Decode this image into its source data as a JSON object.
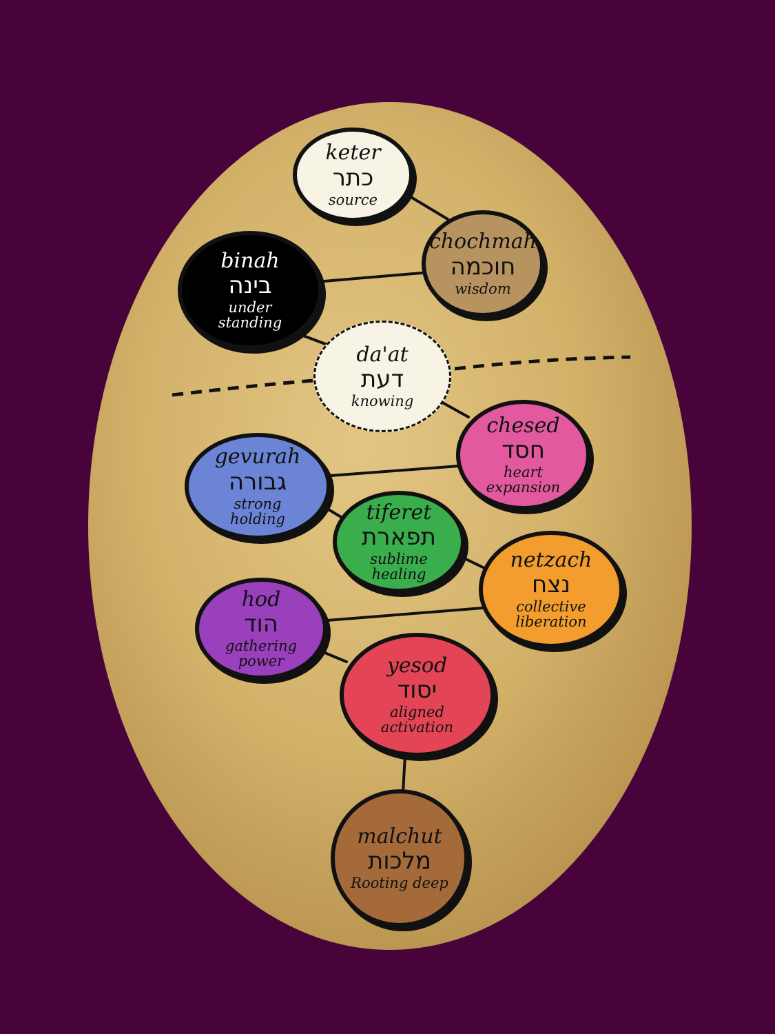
{
  "colors": {
    "background": "#48043a",
    "gold": "#d4b26a",
    "ink": "#111111"
  },
  "sefirot": {
    "keter": {
      "name": "keter",
      "hebrew": "כתר",
      "meaning": "source",
      "color": "#f7f4e6"
    },
    "chochmah": {
      "name": "chochmah",
      "hebrew": "חוכמה",
      "meaning": "wisdom",
      "color": "#b79360"
    },
    "binah": {
      "name": "binah",
      "hebrew": "בינה",
      "meaning": "under standing",
      "color": "#000000"
    },
    "daat": {
      "name": "da'at",
      "hebrew": "דעת",
      "meaning": "knowing",
      "color": "#f7f4e6"
    },
    "chesed": {
      "name": "chesed",
      "hebrew": "חסד",
      "meaning": "heart expansion",
      "color": "#e2599f"
    },
    "gevurah": {
      "name": "gevurah",
      "hebrew": "גבורה",
      "meaning": "strong holding",
      "color": "#6b84d5"
    },
    "tiferet": {
      "name": "tiferet",
      "hebrew": "תפארת",
      "meaning": "sublime healing",
      "color": "#3aae4d"
    },
    "netzach": {
      "name": "netzach",
      "hebrew": "נצח",
      "meaning": "collective liberation",
      "color": "#f29d2e"
    },
    "hod": {
      "name": "hod",
      "hebrew": "הוד",
      "meaning": "gathering power",
      "color": "#9a40bd"
    },
    "yesod": {
      "name": "yesod",
      "hebrew": "יסוד",
      "meaning": "aligned activation",
      "color": "#e44556"
    },
    "malchut": {
      "name": "malchut",
      "hebrew": "מלכות",
      "meaning": "Rooting deep",
      "color": "#a56a3a"
    }
  }
}
